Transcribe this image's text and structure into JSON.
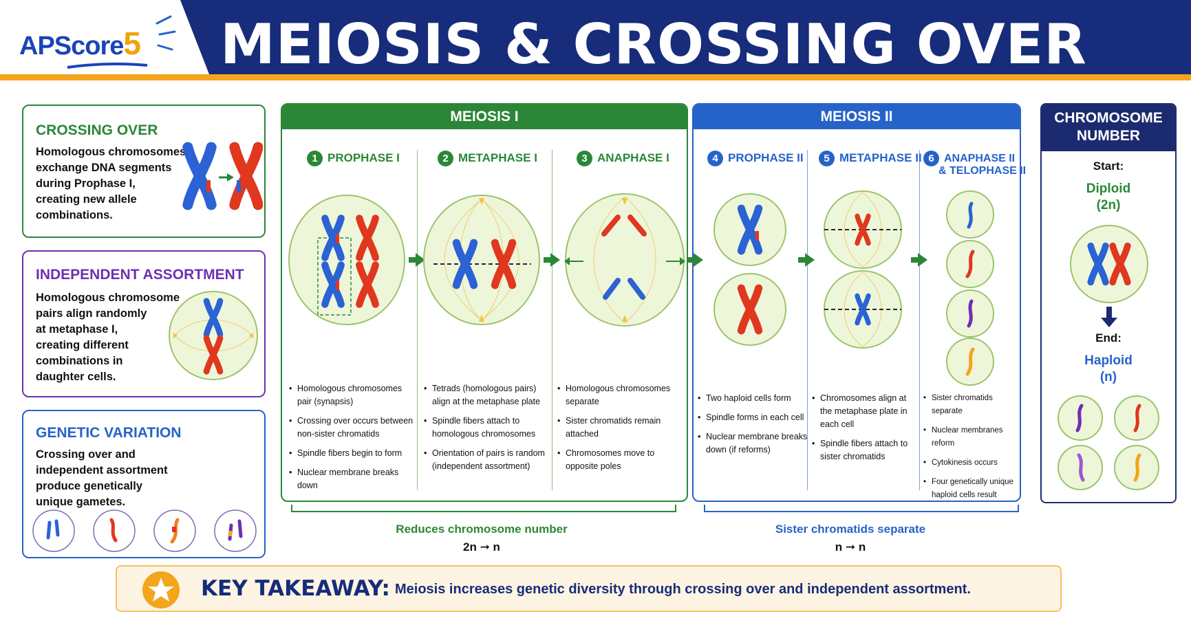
{
  "header": {
    "logo_main": "APScore",
    "logo_num": "5",
    "title": "MEIOSIS & CROSSING OVER"
  },
  "colors": {
    "navy": "#172c7a",
    "green": "#2b8737",
    "blue": "#2663c9",
    "purple": "#6f2fb0",
    "orange": "#f3a51b",
    "chrom_blue": "#2b62d4",
    "chrom_red": "#e0371f",
    "cell_fill": "#eef6da"
  },
  "side": {
    "crossing": {
      "title": "CROSSING OVER",
      "lines": [
        "Homologous chromosomes",
        "exchange DNA segments",
        "during Prophase I,",
        "creating new allele",
        "combinations."
      ]
    },
    "assortment": {
      "title": "INDEPENDENT ASSORTMENT",
      "lines": [
        "Homologous chromosome",
        "pairs align randomly",
        "at metaphase I,",
        "creating different",
        "combinations in",
        "daughter cells."
      ]
    },
    "variation": {
      "title": "GENETIC VARIATION",
      "lines": [
        "Crossing over and",
        "independent assortment",
        "produce genetically",
        "unique gametes."
      ]
    }
  },
  "meiosis1": {
    "title": "MEIOSIS I",
    "stages": [
      {
        "num": "1",
        "name": "PROPHASE I",
        "bullets": [
          "Homologous chromosomes pair (synapsis)",
          "Crossing over occurs between non-sister chromatids",
          "Spindle fibers begin to form",
          "Nuclear membrane breaks down"
        ]
      },
      {
        "num": "2",
        "name": "METAPHASE I",
        "bullets": [
          "Tetrads (homologous pairs) align at the metaphase plate",
          "Spindle fibers attach to homologous chromosomes",
          "Orientation of pairs is random (independent assortment)"
        ]
      },
      {
        "num": "3",
        "name": "ANAPHASE I",
        "bullets": [
          "Homologous chromosomes separate",
          "Sister chromatids remain attached",
          "Chromosomes move to opposite poles"
        ]
      }
    ],
    "summary": "Reduces chromosome number",
    "formula": "2n ➞ n"
  },
  "meiosis2": {
    "title": "MEIOSIS II",
    "stages": [
      {
        "num": "4",
        "name": "PROPHASE II",
        "bullets": [
          "Two haploid cells form",
          "Spindle forms in each cell",
          "Nuclear membrane breaks down (if reforms)"
        ]
      },
      {
        "num": "5",
        "name": "METAPHASE II",
        "bullets": [
          "Chromosomes align at the metaphase plate in each cell",
          "Spindle fibers attach to sister chromatids"
        ]
      },
      {
        "num": "6",
        "name": "ANAPHASE II",
        "name2": "& TELOPHASE II",
        "bullets": [
          "Sister chromatids separate",
          "Nuclear membranes reform",
          "Cytokinesis occurs",
          "Four genetically unique haploid cells result"
        ]
      }
    ],
    "summary": "Sister chromatids separate",
    "formula": "n ➞ n"
  },
  "chromosome_number": {
    "title1": "CHROMOSOME",
    "title2": "NUMBER",
    "start_label": "Start:",
    "start_value": "Diploid",
    "start_sub": "(2n)",
    "end_label": "End:",
    "end_value": "Haploid",
    "end_sub": "(n)"
  },
  "takeaway": {
    "label": "KEY TAKEAWAY:",
    "text": "Meiosis increases genetic diversity through crossing over and independent assortment."
  }
}
